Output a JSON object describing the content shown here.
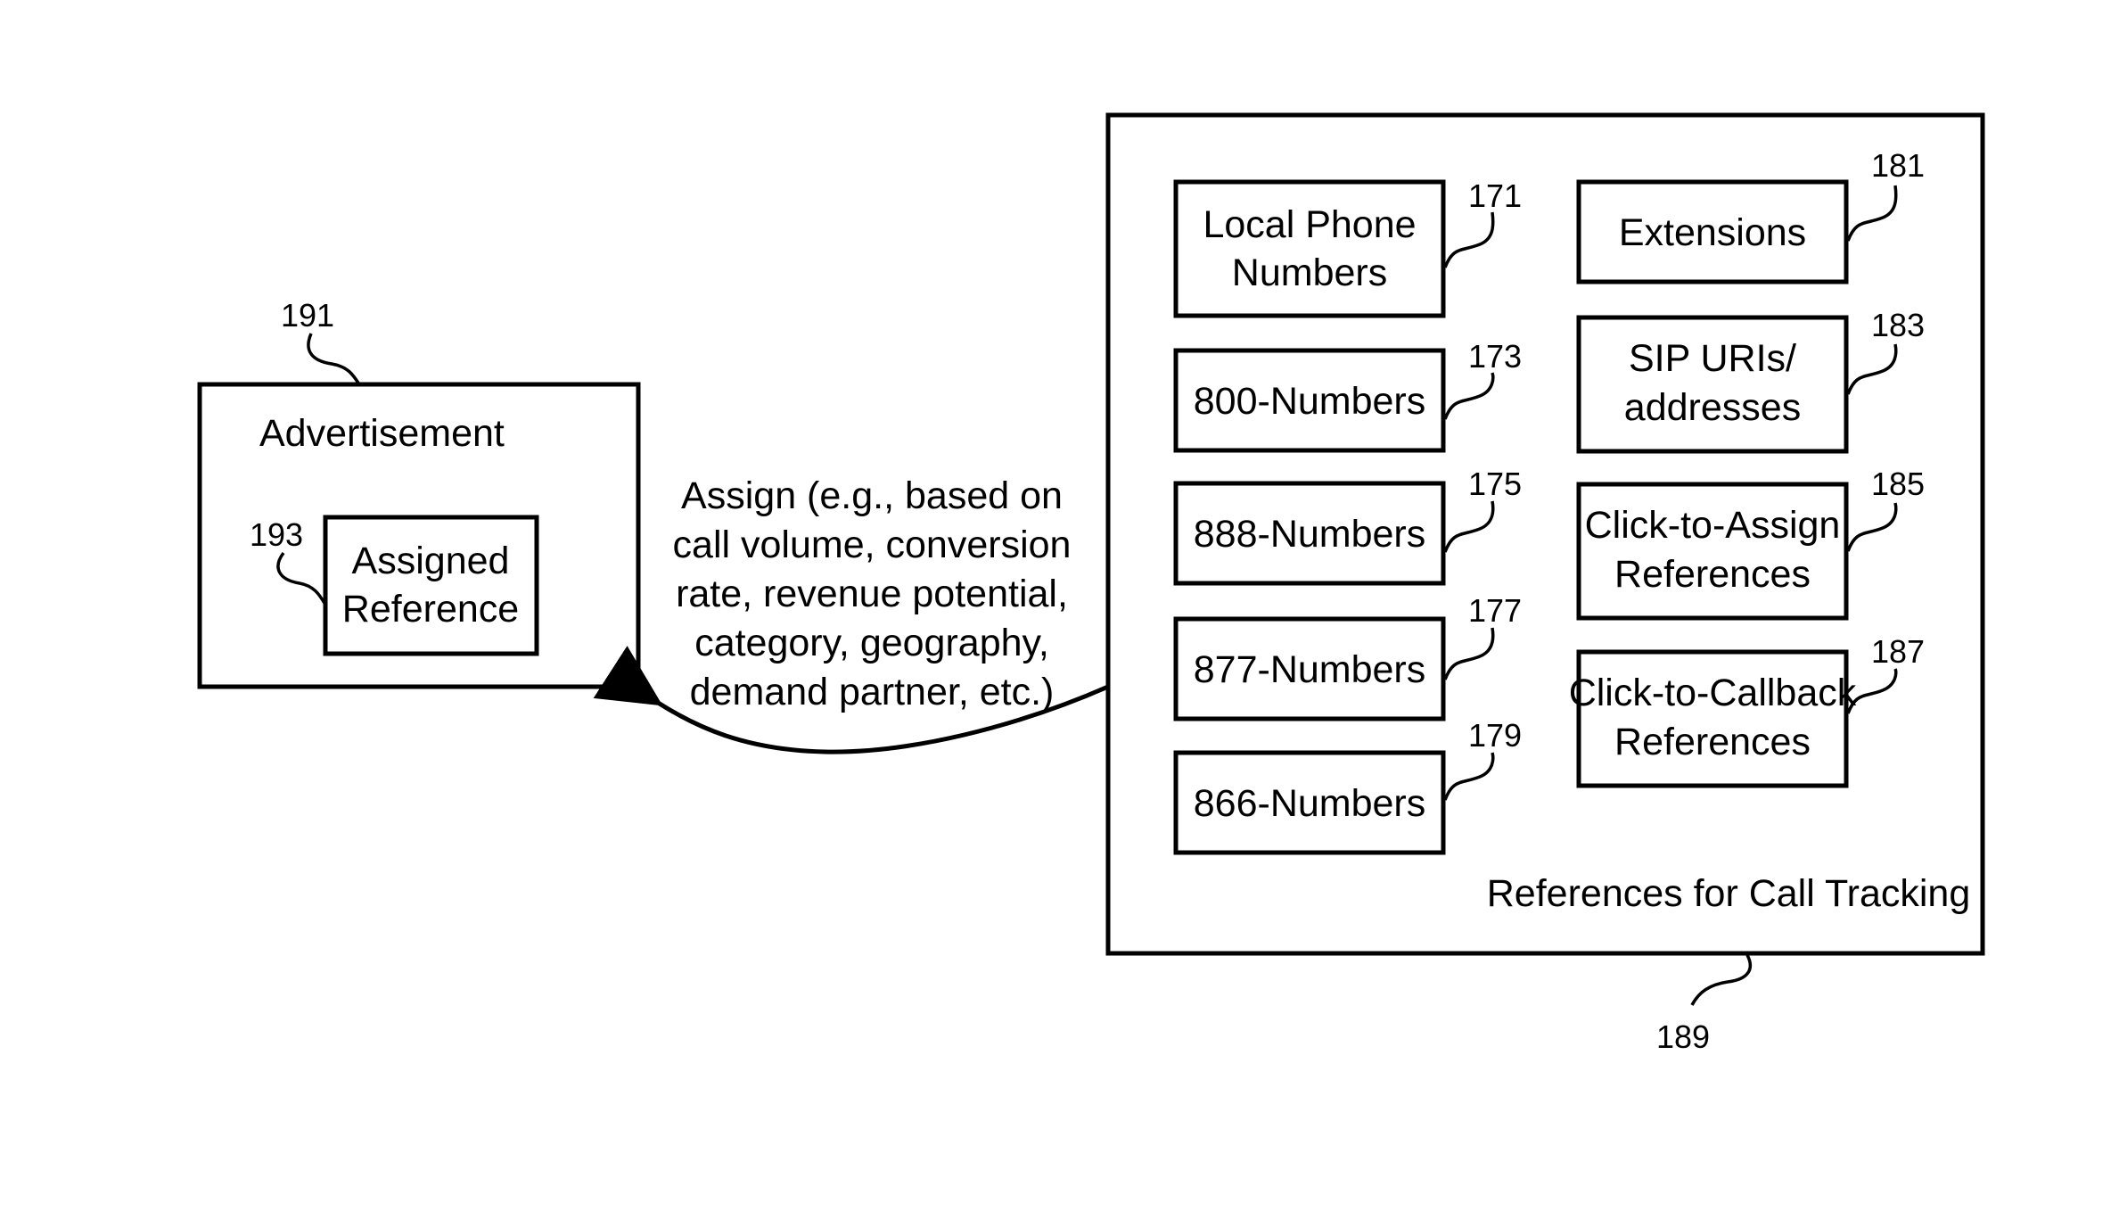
{
  "advertisement": {
    "title": "Advertisement",
    "ref_number": "191",
    "assigned": {
      "line1": "Assigned",
      "line2": "Reference",
      "ref_number": "193"
    }
  },
  "assign_arrow": {
    "lines": [
      "Assign (e.g., based on",
      "call volume, conversion",
      "rate, revenue potential,",
      "category, geography,",
      "demand partner, etc.)"
    ]
  },
  "references": {
    "caption": "References for Call Tracking",
    "ref_number": "189",
    "items": [
      {
        "line1": "Local Phone",
        "line2": "Numbers",
        "ref_number": "171"
      },
      {
        "line1": "800-Numbers",
        "line2": "",
        "ref_number": "173"
      },
      {
        "line1": "888-Numbers",
        "line2": "",
        "ref_number": "175"
      },
      {
        "line1": "877-Numbers",
        "line2": "",
        "ref_number": "177"
      },
      {
        "line1": "866-Numbers",
        "line2": "",
        "ref_number": "179"
      },
      {
        "line1": "Extensions",
        "line2": "",
        "ref_number": "181"
      },
      {
        "line1": "SIP URIs/",
        "line2": "addresses",
        "ref_number": "183"
      },
      {
        "line1": "Click-to-Assign",
        "line2": "References",
        "ref_number": "185"
      },
      {
        "line1": "Click-to-Callback",
        "line2": "References",
        "ref_number": "187"
      }
    ]
  }
}
